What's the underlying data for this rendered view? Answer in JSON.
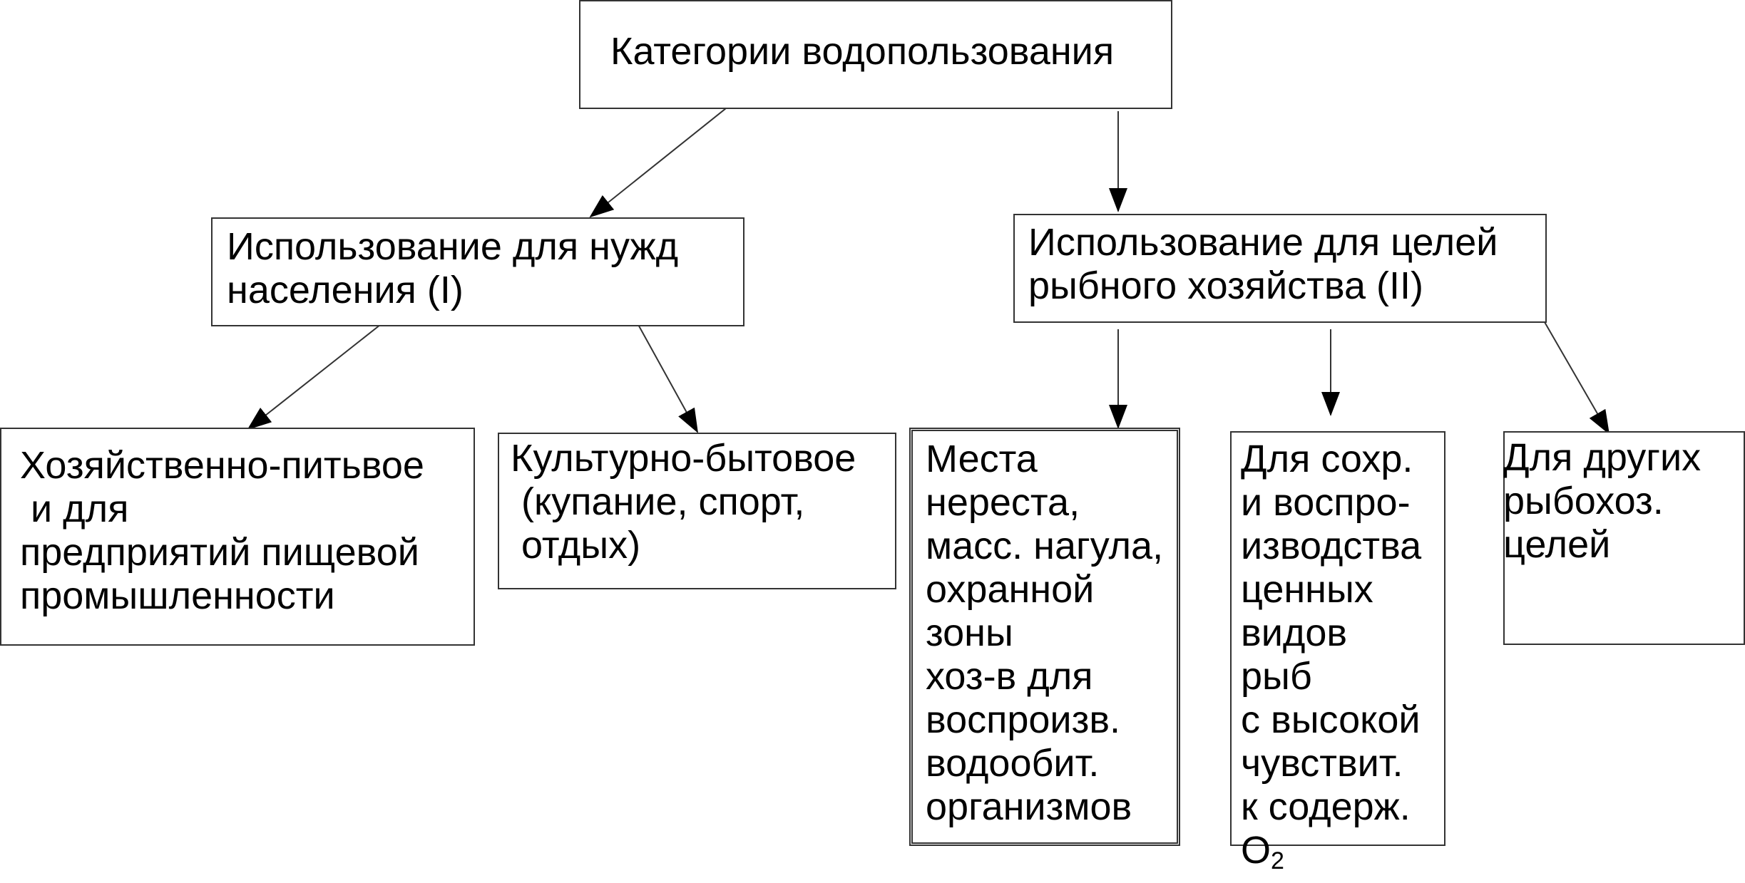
{
  "diagram": {
    "root": {
      "label": "Категории водопользования"
    },
    "branch_1": {
      "label": "Использование для нужд\nнаселения (I)"
    },
    "branch_2": {
      "label": "Использование для целей\nрыбного хозяйства (II)"
    },
    "leaf_drinking": {
      "label": "Хозяйственно-питьвое\n и для\nпредприятий пищевой\nпромышленности"
    },
    "leaf_cultural": {
      "label": "Культурно-бытовое\n (купание, спорт,\n отдых)"
    },
    "leaf_spawning": {
      "label": "Места\nнереста,\nмасс. нагула,\nохранной\nзоны\nхоз-в для\nвоспроизв.\nводообит.\nорганизмов"
    },
    "leaf_valuable": {
      "label": "Для сохр.\nи воспро-\nизводства\nценных\nвидов\nрыб\nс высокой\nчувствит.\nк содерж.\nO",
      "subscript": "2"
    },
    "leaf_other": {
      "label": "Для других\nрыбохоз.\nцелей"
    },
    "edges": [
      {
        "from": "root",
        "to": "branch_1"
      },
      {
        "from": "root",
        "to": "branch_2"
      },
      {
        "from": "branch_1",
        "to": "leaf_drinking"
      },
      {
        "from": "branch_1",
        "to": "leaf_cultural"
      },
      {
        "from": "branch_2",
        "to": "leaf_spawning"
      },
      {
        "from": "branch_2",
        "to": "leaf_valuable"
      },
      {
        "from": "branch_2",
        "to": "leaf_other"
      }
    ],
    "colors": {
      "line": "#333333",
      "text": "#000000",
      "background": "#ffffff"
    }
  }
}
